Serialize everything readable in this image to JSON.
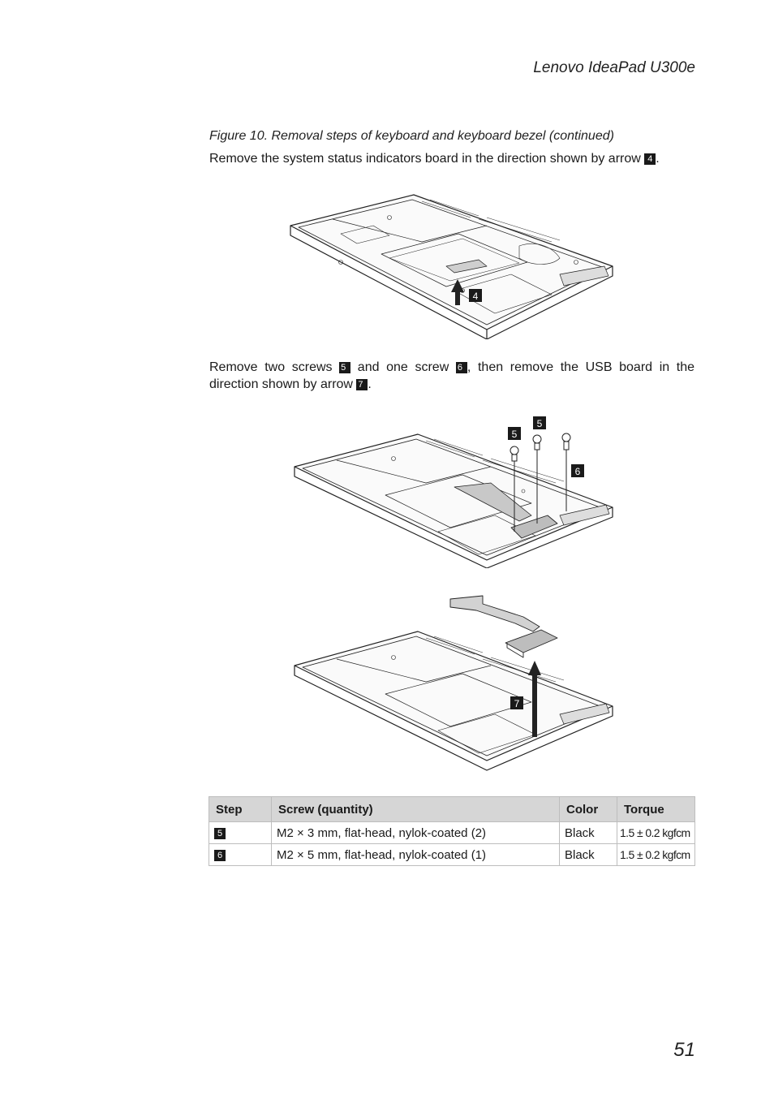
{
  "header": {
    "title": "Lenovo IdeaPad U300e"
  },
  "figure_caption": "Figure 10. Removal steps of keyboard and keyboard bezel (continued)",
  "step4_text": {
    "before": "Remove the system status indicators board in the direction shown by arrow ",
    "badge": "4",
    "after": "."
  },
  "step567_text": {
    "part1": "Remove two screws ",
    "badge1": "5",
    "part2": " and one screw ",
    "badge2": "6",
    "part3": ", then remove the USB board in the direction shown by arrow ",
    "badge3": "7",
    "part4": "."
  },
  "figures": {
    "fig1_callout": "4",
    "fig2_callouts": [
      "5",
      "5",
      "6"
    ],
    "fig3_callout": "7"
  },
  "table": {
    "headers": {
      "step": "Step",
      "screw": "Screw (quantity)",
      "color": "Color",
      "torque": "Torque"
    },
    "rows": [
      {
        "step": "5",
        "screw": "M2 × 3 mm, flat-head, nylok-coated (2)",
        "color": "Black",
        "torque": "1.5 ± 0.2 kgfcm"
      },
      {
        "step": "6",
        "screw": "M2 × 5 mm, flat-head, nylok-coated (1)",
        "color": "Black",
        "torque": "1.5 ± 0.2 kgfcm"
      }
    ]
  },
  "page_number": "51"
}
